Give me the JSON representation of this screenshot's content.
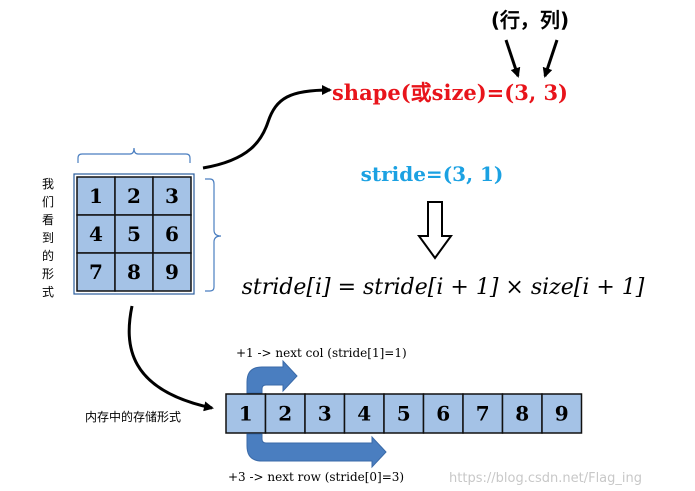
{
  "colors": {
    "cell_fill": "#a4c2e6",
    "cell_stroke": "#111111",
    "shape_text": "#e8141b",
    "stride_text": "#1ba1e2",
    "block_arrow": "#4a7ec0",
    "brace": "#4a7ec0",
    "watermark": "#c8c8c8"
  },
  "annotation_rowcol": "(行，列)",
  "shape_label": "shape(或size)=(3, 3)",
  "stride_label": "stride=(3, 1)",
  "formula": "stride[i] = stride[i + 1] × size[i + 1]",
  "view_label_chars": [
    "我",
    "们",
    "看",
    "到",
    "的",
    "形",
    "式"
  ],
  "matrix": {
    "rows": [
      [
        "1",
        "2",
        "3"
      ],
      [
        "4",
        "5",
        "6"
      ],
      [
        "7",
        "8",
        "9"
      ]
    ]
  },
  "storage_label": "内存中的存储形式",
  "storage": {
    "cells": [
      "1",
      "2",
      "3",
      "4",
      "5",
      "6",
      "7",
      "8",
      "9"
    ]
  },
  "next_col_label": "+1 -> next col (stride[1]=1)",
  "next_row_label": "+3 -> next row (stride[0]=3)",
  "watermark": "https://blog.csdn.net/Flag_ing"
}
